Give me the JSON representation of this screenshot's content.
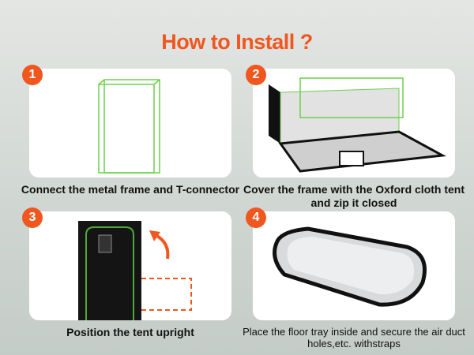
{
  "title": "How to Install ?",
  "steps": [
    {
      "number": "1",
      "caption": "Connect the metal frame and T-connector"
    },
    {
      "number": "2",
      "caption": "Cover the frame with the Oxford cloth tent and zip it closed"
    },
    {
      "number": "3",
      "caption": "Position the tent upright"
    },
    {
      "number": "4",
      "caption": "Place the floor tray inside and secure the air duct holes,etc. withstraps"
    }
  ],
  "colors": {
    "accent": "#f0571f",
    "frame": "#6bd04a"
  }
}
